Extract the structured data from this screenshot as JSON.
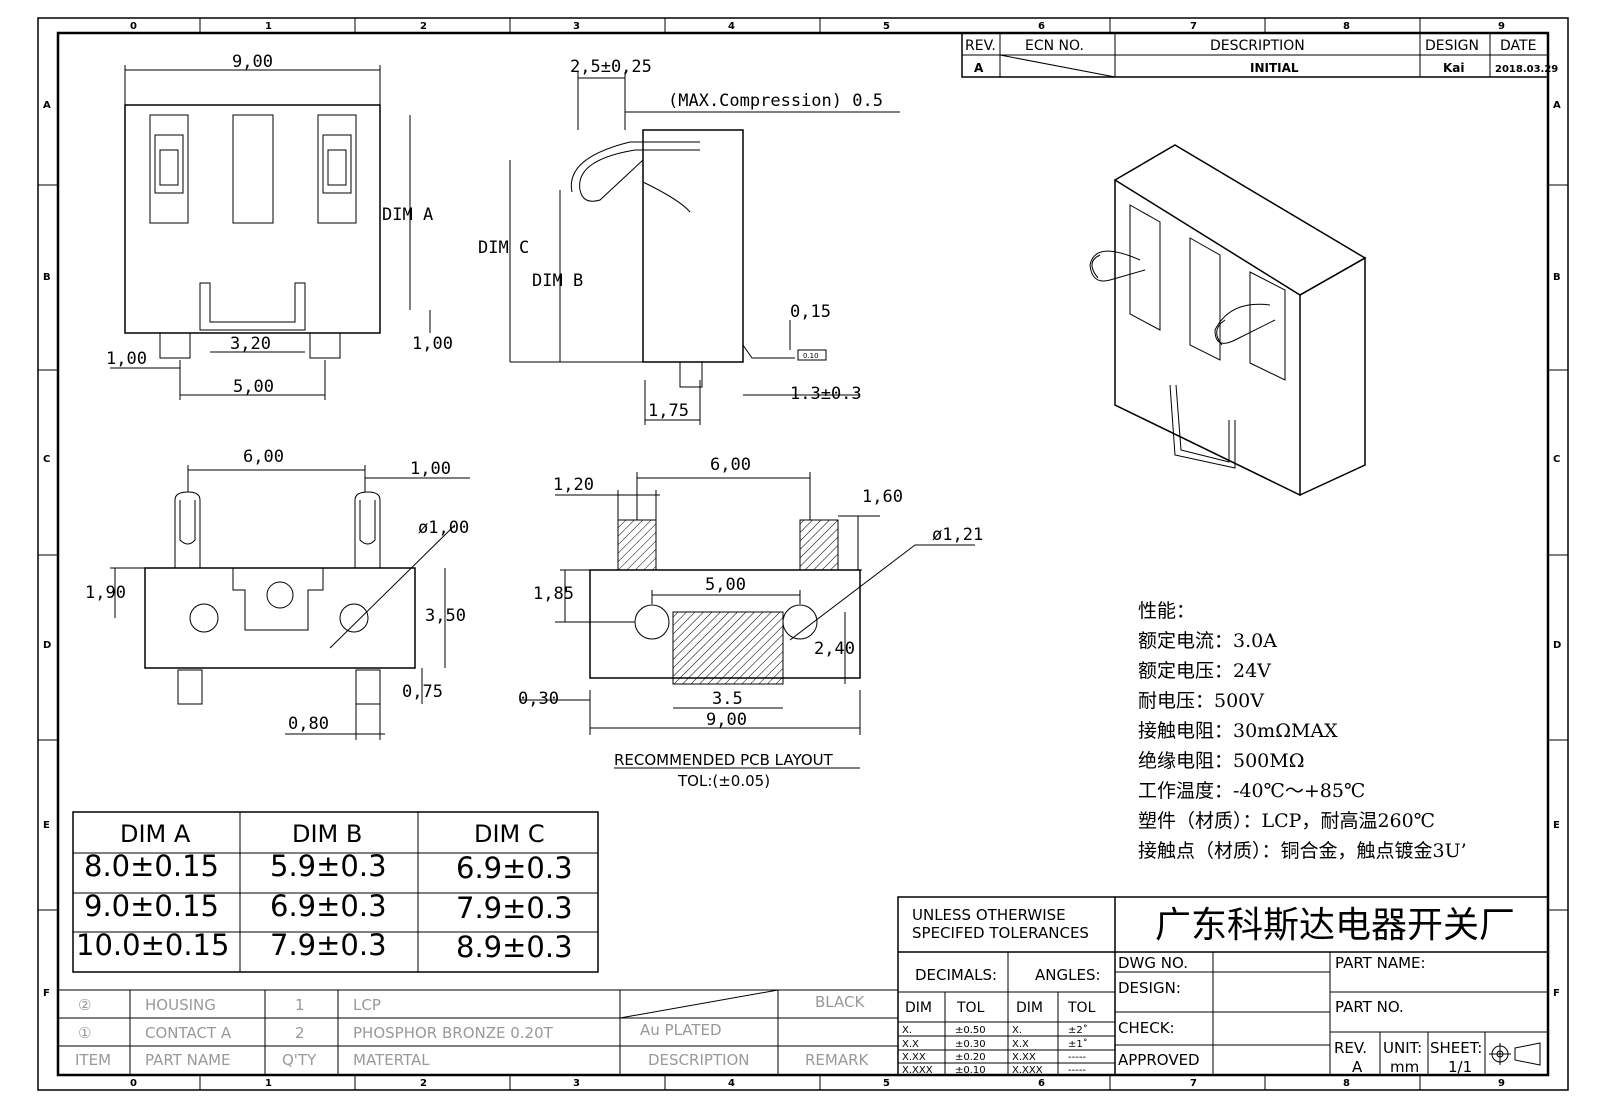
{
  "zones": {
    "cols": [
      "0",
      "1",
      "2",
      "3",
      "4",
      "5",
      "6",
      "7",
      "8",
      "9"
    ],
    "rows": [
      "A",
      "B",
      "C",
      "D",
      "E",
      "F"
    ]
  },
  "revision": {
    "headers": {
      "rev": "REV.",
      "ecn": "ECN NO.",
      "desc": "DESCRIPTION",
      "design": "DESIGN",
      "date": "DATE"
    },
    "row": {
      "rev": "A",
      "desc": "INITIAL",
      "design": "Kai",
      "date": "2018.03.29"
    }
  },
  "dims": {
    "top_width": "9,00",
    "top_dima": "DIM A",
    "top_1": "1,00",
    "top_320": "3,20",
    "top_100b": "1,00",
    "top_500": "5,00",
    "side_25": "2,5±0,25",
    "side_comp": "(MAX.Compression) 0.5",
    "side_dimc": "DIM C",
    "side_dimb": "DIM B",
    "side_015": "0,15",
    "side_13": "1.3±0.3",
    "side_175": "1,75",
    "side_flat": "0.10",
    "front_600": "6,00",
    "front_100": "1,00",
    "front_d100": "ø1,00",
    "front_190": "1,90",
    "front_350": "3,50",
    "front_075": "0,75",
    "front_080": "0,80",
    "pcb_600": "6,00",
    "pcb_120": "1,20",
    "pcb_160": "1,60",
    "pcb_d121": "ø1,21",
    "pcb_500": "5,00",
    "pcb_185": "1,85",
    "pcb_240": "2,40",
    "pcb_030": "0,30",
    "pcb_35": "3.5",
    "pcb_900": "9,00",
    "pcb_title": "RECOMMENDED PCB LAYOUT",
    "pcb_tol": "TOL:(±0.05)"
  },
  "dim_table": {
    "headers": [
      "DIM A",
      "DIM B",
      "DIM C"
    ],
    "rows": [
      [
        "8.0±0.15",
        "5.9±0.3",
        "6.9±0.3"
      ],
      [
        "9.0±0.15",
        "6.9±0.3",
        "7.9±0.3"
      ],
      [
        "10.0±0.15",
        "7.9±0.3",
        "8.9±0.3"
      ]
    ]
  },
  "specs": [
    "性能：",
    "额定电流：3.0A",
    "额定电压：24V",
    "耐电压：500V",
    "接触电阻：30mΩMAX",
    "绝缘电阻：500MΩ",
    "工作温度：-40℃～+85℃",
    "塑件（材质）：LCP，耐高温260℃",
    "接触点（材质）：铜合金，触点镀金3U’"
  ],
  "bom": {
    "rows": [
      {
        "item": "②",
        "name": "HOUSING",
        "qty": "1",
        "material": "LCP",
        "desc": "",
        "remark": "BLACK"
      },
      {
        "item": "①",
        "name": "CONTACT A",
        "qty": "2",
        "material": "PHOSPHOR BRONZE 0.20T",
        "desc": "Au PLATED",
        "remark": ""
      }
    ],
    "header": {
      "item": "ITEM",
      "name": "PART NAME",
      "qty": "Q'TY",
      "material": "MATERTAL",
      "desc": "DESCRIPTION",
      "remark": "REMARK"
    }
  },
  "title_block": {
    "unless": "UNLESS OTHERWISE",
    "specifed": "SPECIFED TOLERANCES",
    "company": "广东科斯达电器开关厂",
    "decimals": "DECIMALS:",
    "angles": "ANGLES:",
    "dim": "DIM",
    "tol": "TOL",
    "dec_rows": [
      [
        "X.",
        "±0.50"
      ],
      [
        "X.X",
        "±0.30"
      ],
      [
        "X.XX",
        "±0.20"
      ],
      [
        "X.XXX",
        "±0.10"
      ]
    ],
    "ang_rows": [
      [
        "X.",
        "±2˚"
      ],
      [
        "X.X",
        "±1˚"
      ],
      [
        "X.XX",
        "-----"
      ],
      [
        "X.XXX",
        "-----"
      ]
    ],
    "dwg_no": "DWG NO.",
    "design": "DESIGN:",
    "check": "CHECK:",
    "approved": "APPROVED",
    "part_name": "PART NAME:",
    "part_no": "PART NO.",
    "rev": "REV.",
    "rev_val": "A",
    "unit": "UNIT:",
    "unit_val": "mm",
    "sheet": "SHEET:",
    "sheet_val": "1/1"
  }
}
